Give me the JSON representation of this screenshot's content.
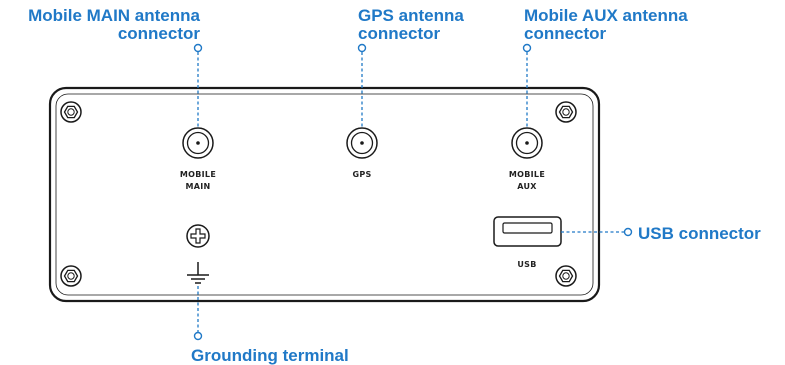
{
  "callouts": {
    "mobile_main": [
      "Mobile MAIN antenna",
      "connector"
    ],
    "gps": [
      "GPS antenna",
      "connector"
    ],
    "mobile_aux": [
      "Mobile AUX antenna",
      "connector"
    ],
    "usb": "USB connector",
    "grounding": "Grounding terminal"
  },
  "panel_labels": {
    "mobile_main": [
      "MOBILE",
      "MAIN"
    ],
    "gps": "GPS",
    "mobile_aux": [
      "MOBILE",
      "AUX"
    ],
    "usb": "USB"
  },
  "colors": {
    "callout_text": "#2079c7",
    "outline": "#1a1a1a"
  },
  "icons": [
    "screw-icon",
    "sma-connector-icon",
    "ground-symbol-icon",
    "usb-port-icon"
  ]
}
